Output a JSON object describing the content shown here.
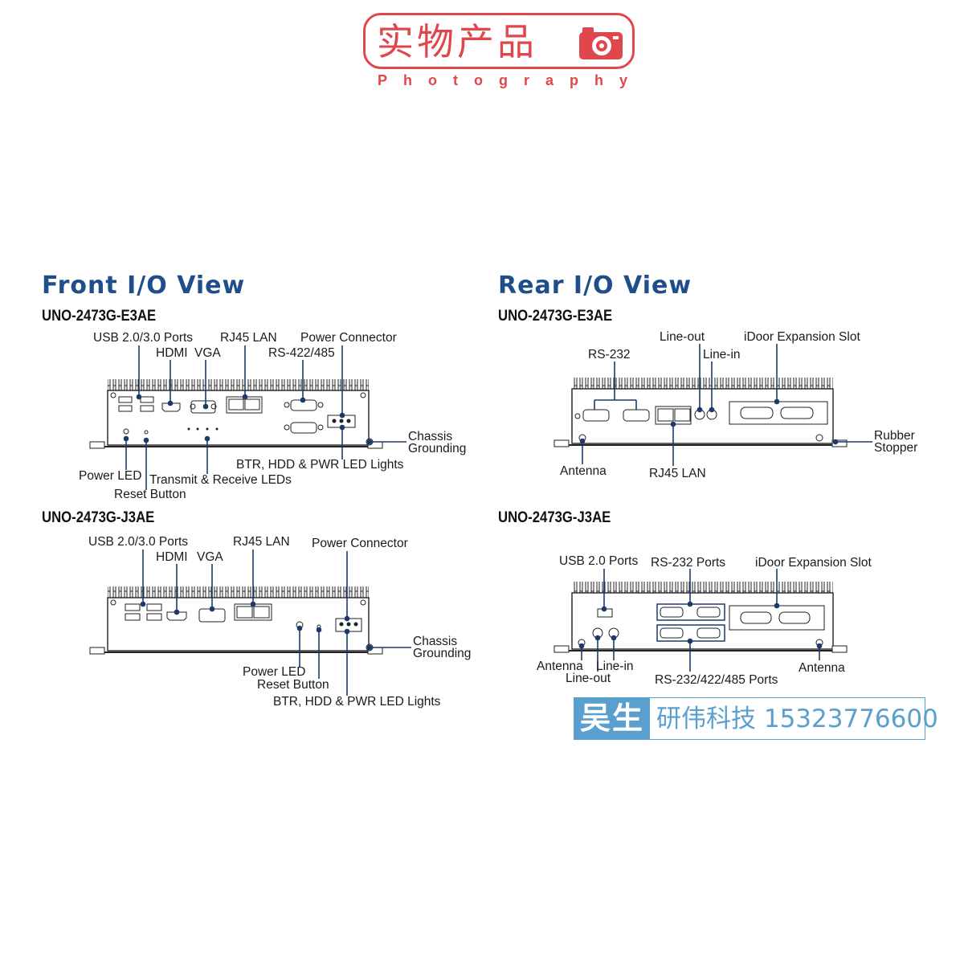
{
  "logo": {
    "title": "实物产品",
    "subtitle": "Photography",
    "camera_icon": "camera-icon",
    "color": "#e0474c"
  },
  "front": {
    "title": "Front I/O View",
    "e3": {
      "model": "UNO-2473G-E3AE",
      "labels": {
        "usb": "USB 2.0/3.0 Ports",
        "rj45": "RJ45 LAN",
        "power_connector": "Power Connector",
        "hdmi": "HDMI",
        "vga": "VGA",
        "rs422": "RS-422/485",
        "chassis1": "Chassis",
        "chassis2": "Grounding",
        "btr": "BTR, HDD & PWR LED Lights",
        "power_led": "Power LED",
        "trx": "Transmit & Receive LEDs",
        "reset": "Reset Button"
      }
    },
    "j3": {
      "model": "UNO-2473G-J3AE",
      "labels": {
        "usb": "USB 2.0/3.0 Ports",
        "rj45": "RJ45 LAN",
        "power_connector": "Power Connector",
        "hdmi": "HDMI",
        "vga": "VGA",
        "chassis1": "Chassis",
        "chassis2": "Grounding",
        "power_led": "Power LED",
        "reset": "Reset Button",
        "btr": "BTR, HDD & PWR LED Lights"
      }
    }
  },
  "rear": {
    "title": "Rear I/O View",
    "e3": {
      "model": "UNO-2473G-E3AE",
      "labels": {
        "lineout": "Line-out",
        "idoor": "iDoor Expansion Slot",
        "rs232": "RS-232",
        "linein": "Line-in",
        "rubber1": "Rubber",
        "rubber2": "Stopper",
        "antenna": "Antenna",
        "rj45": "RJ45 LAN"
      }
    },
    "j3": {
      "model": "UNO-2473G-J3AE",
      "labels": {
        "usb": "USB 2.0 Ports",
        "rs232": "RS-232 Ports",
        "idoor": "iDoor Expansion Slot",
        "antenna_left": "Antenna",
        "linein": "Line-in",
        "lineout": "Line-out",
        "rs485": "RS-232/422/485 Ports",
        "antenna_right": "Antenna"
      }
    }
  },
  "contact": {
    "name": "吴生",
    "info": "研伟科技 15323776600",
    "color": "#5aa0cf"
  },
  "colors": {
    "title_blue": "#1f4e8a",
    "callout_navy": "#1b3a6b"
  }
}
